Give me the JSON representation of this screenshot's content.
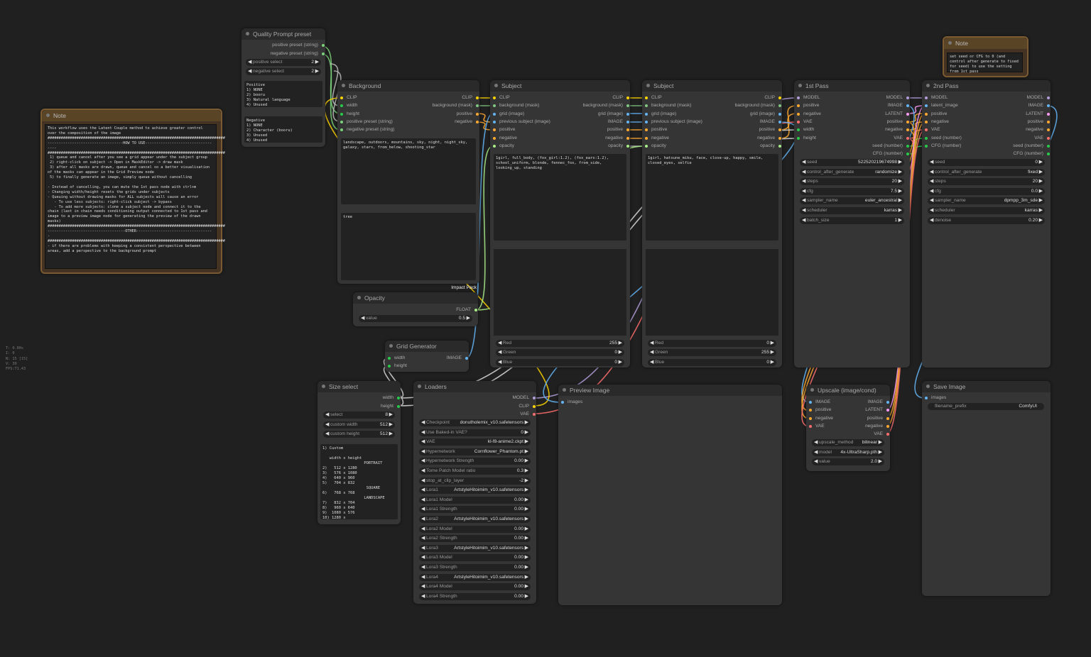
{
  "colors": {
    "clip": "#ffd500",
    "model": "#b39ddb",
    "conditioning": "#ffa931",
    "latent": "#ff9cf9",
    "image": "#64b5f6",
    "vae": "#ff6e6e",
    "int": "#29ca4b",
    "float": "#aaee88",
    "string": "#7ad27a",
    "mask": "#81c784"
  },
  "stats": [
    "T: 0.00s",
    "I: 0",
    "N: 15 [15]",
    "V: 30",
    "FPS:71.43"
  ],
  "note_left": {
    "title": "Note",
    "text": "This workflow uses the Latent Couple method to achieve greater control over the composition of the image\n################################################################################\n----------------------------------HOW TO USE----------------------------------\n################################################################################\n 1) queue and cancel after you see a grid appear under the subject group\n 2) right-click on subject -> Open in MaskEditor -> draw mask\n 3) after all masks are drawn, queue and cancel so a better visualisation of the masks can appear in the Grid Preview node\n 5) to finally generate an image, simply queue without cancelling\n\n- Instead of cancelling, you can mute the 1st pass node with ctrl+m\n- Changing width/height resets the grids under subjects\n- Queuing without drawing masks for ALL subjects will cause an error\n   - To use less subjects: right-click subject -> bypass\n   - To add more subjects: clone a subject node and connect it to the chain (last in chain needs conditioning output connected to 1st pass and image to a preview image node for generating the preview of the drawn masks)\n################################################################################\n-----------------------------------OTHER-----------------------------------\n################################################################################\n- if there are problems with keeping a consistent perspective between areas, add a perspective to the background prompt"
  },
  "note_right": {
    "title": "Note",
    "text": "set seed or CFG to 0 (and control after generate to fixed for seed) to use the setting from 1st pass"
  },
  "quality": {
    "title": "Quality Prompt preset",
    "out1": "positive preset (string)",
    "out2": "negative preset (string)",
    "w1l": "positive select",
    "w1v": "2",
    "w2l": "negative select",
    "w2v": "2",
    "pos_text": "Positive\n1) NONE\n2) booru\n3) Natural language\n4) Unused",
    "neg_text": "Negative\n1) NONE\n2) Character (booru)\n3) Unused\n4) Unused"
  },
  "background": {
    "title": "Background",
    "in": [
      "CLIP",
      "width",
      "height",
      "positive preset (string)",
      "negative preset (string)"
    ],
    "out": [
      "CLIP",
      "background (mask)",
      "positive",
      "negative"
    ],
    "text_pos": "landscape, outdoors, mountains, sky, night, night_sky, galaxy, stars, from_below, shooting_star",
    "text_neg": "tree",
    "badge": "Impact Pack"
  },
  "subject1": {
    "title": "Subject",
    "in": [
      "CLIP",
      "background (mask)",
      "grid (image)",
      "previous subject (image)",
      "positive",
      "negative",
      "opacity"
    ],
    "out": [
      "CLIP",
      "background (mask)",
      "grid (image)",
      "IMAGE",
      "positive",
      "negative",
      "opacity"
    ],
    "text": "1girl, full_body, (fox_girl:1.2), (fox_ears:1.2), school_uniform, blonde, fennec_fox, from_side, looking_up, standing",
    "red_l": "Red",
    "red_v": "255",
    "green_l": "Green",
    "green_v": "0",
    "blue_l": "Blue",
    "blue_v": "0"
  },
  "subject2": {
    "title": "Subject",
    "in": [
      "CLIP",
      "background (mask)",
      "grid (image)",
      "previous subject (image)",
      "positive",
      "negative",
      "opacity"
    ],
    "out": [
      "CLIP",
      "background (mask)",
      "grid (image)",
      "IMAGE",
      "positive",
      "negative",
      "opacity"
    ],
    "text": "1girl, hatsune_miku, face, close-up, happy, smile, closed_eyes, selfie",
    "red_l": "Red",
    "red_v": "0",
    "green_l": "Green",
    "green_v": "255",
    "blue_l": "Blue",
    "blue_v": "0"
  },
  "pass1": {
    "title": "1st Pass",
    "in": [
      "MODEL",
      "positive",
      "negative",
      "VAE",
      "width",
      "height"
    ],
    "out": [
      "MODEL",
      "IMAGE",
      "LATENT",
      "positive",
      "negative",
      "VAE",
      "seed (number)",
      "CFG (number)"
    ],
    "widgets": [
      [
        "seed",
        "522520219674998"
      ],
      [
        "control_after_generate",
        "randomize"
      ],
      [
        "steps",
        "20"
      ],
      [
        "cfg",
        "7.5"
      ],
      [
        "sampler_name",
        "euler_ancestral"
      ],
      [
        "scheduler",
        "karras"
      ],
      [
        "batch_size",
        "1"
      ]
    ]
  },
  "pass2": {
    "title": "2nd Pass",
    "in": [
      "MODEL",
      "latent_image",
      "positive",
      "negative",
      "VAE",
      "seed (number)",
      "CFG (number)"
    ],
    "out": [
      "MODEL",
      "IMAGE",
      "LATENT",
      "positive",
      "negative",
      "VAE",
      "seed (number)",
      "CFG (number)"
    ],
    "widgets": [
      [
        "seed",
        "0"
      ],
      [
        "control_after_generate",
        "fixed"
      ],
      [
        "steps",
        "20"
      ],
      [
        "cfg",
        "0.0"
      ],
      [
        "sampler_name",
        "dpmpp_3m_sde"
      ],
      [
        "scheduler",
        "karras"
      ],
      [
        "denoise",
        "0.20"
      ]
    ]
  },
  "opacity": {
    "title": "Opacity",
    "out": "FLOAT",
    "wl": "value",
    "wv": "0.5"
  },
  "grid": {
    "title": "Grid Generator",
    "in": [
      "width",
      "height"
    ],
    "out": "IMAGE"
  },
  "size": {
    "title": "Size select",
    "out": [
      "width",
      "height"
    ],
    "widgets": [
      [
        "select",
        "8"
      ],
      [
        "custom width",
        "512"
      ],
      [
        "custom height",
        "512"
      ]
    ],
    "text": "1) Custom\n\n   width x height\n                  PORTRAIT\n2)   512 x 1280\n3)   576 x 1080\n4)   640 x 960\n5)   704 x 832\n                   SQUARE\n6)   768 x 768\n                  LANDSCAPE\n7)   832 x 704\n8)   960 x 640\n9)  1080 x 576\n10) 1280 x"
  },
  "loaders": {
    "title": "Loaders",
    "out": [
      "MODEL",
      "CLIP",
      "VAE"
    ],
    "widgets": [
      [
        "Checkpoint",
        "donutholemix_v10.safetensors"
      ],
      [
        "Use Baked-in VAE?",
        "0"
      ],
      [
        "VAE",
        "kl-f8-anime2.ckpt"
      ],
      [
        "Hypernetwork",
        "Cornflower_Phantom.pt"
      ],
      [
        "Hypernetwork Strength",
        "0.00"
      ],
      [
        "Tome Patch Model ratio",
        "0.3"
      ],
      [
        "stop_at_clip_layer",
        "-2"
      ],
      [
        "Lora1",
        "ArtstyleHitoimim_v10.safetensors"
      ],
      [
        "Lora1 Model",
        "0.00"
      ],
      [
        "Lora1 Strength",
        "0.00"
      ],
      [
        "Lora2",
        "ArtstyleHitoimim_v10.safetensors"
      ],
      [
        "Lora2 Model",
        "0.00"
      ],
      [
        "Lora2 Strength",
        "0.00"
      ],
      [
        "Lora3",
        "ArtstyleHitoimim_v10.safetensors"
      ],
      [
        "Lora3 Model",
        "0.00"
      ],
      [
        "Lora3 Strength",
        "0.00"
      ],
      [
        "Lora4",
        "ArtstyleHitoimim_v10.safetensors"
      ],
      [
        "Lora4 Model",
        "0.00"
      ],
      [
        "Lora4 Strength",
        "0.00"
      ]
    ]
  },
  "preview": {
    "title": "Preview Image",
    "in": "images"
  },
  "upscale": {
    "title": "Upscale (image/cond)",
    "in": [
      "IMAGE",
      "positive",
      "negative",
      "VAE"
    ],
    "out": [
      "IMAGE",
      "LATENT",
      "positive",
      "negative",
      "VAE"
    ],
    "widgets": [
      [
        "upscale_method",
        "bilinear"
      ],
      [
        "model",
        "4x-UltraSharp.pth"
      ],
      [
        "value",
        "2.0"
      ]
    ]
  },
  "save": {
    "title": "Save Image",
    "in": "images",
    "wl": "filename_prefix",
    "wv": "ComfyUI"
  }
}
